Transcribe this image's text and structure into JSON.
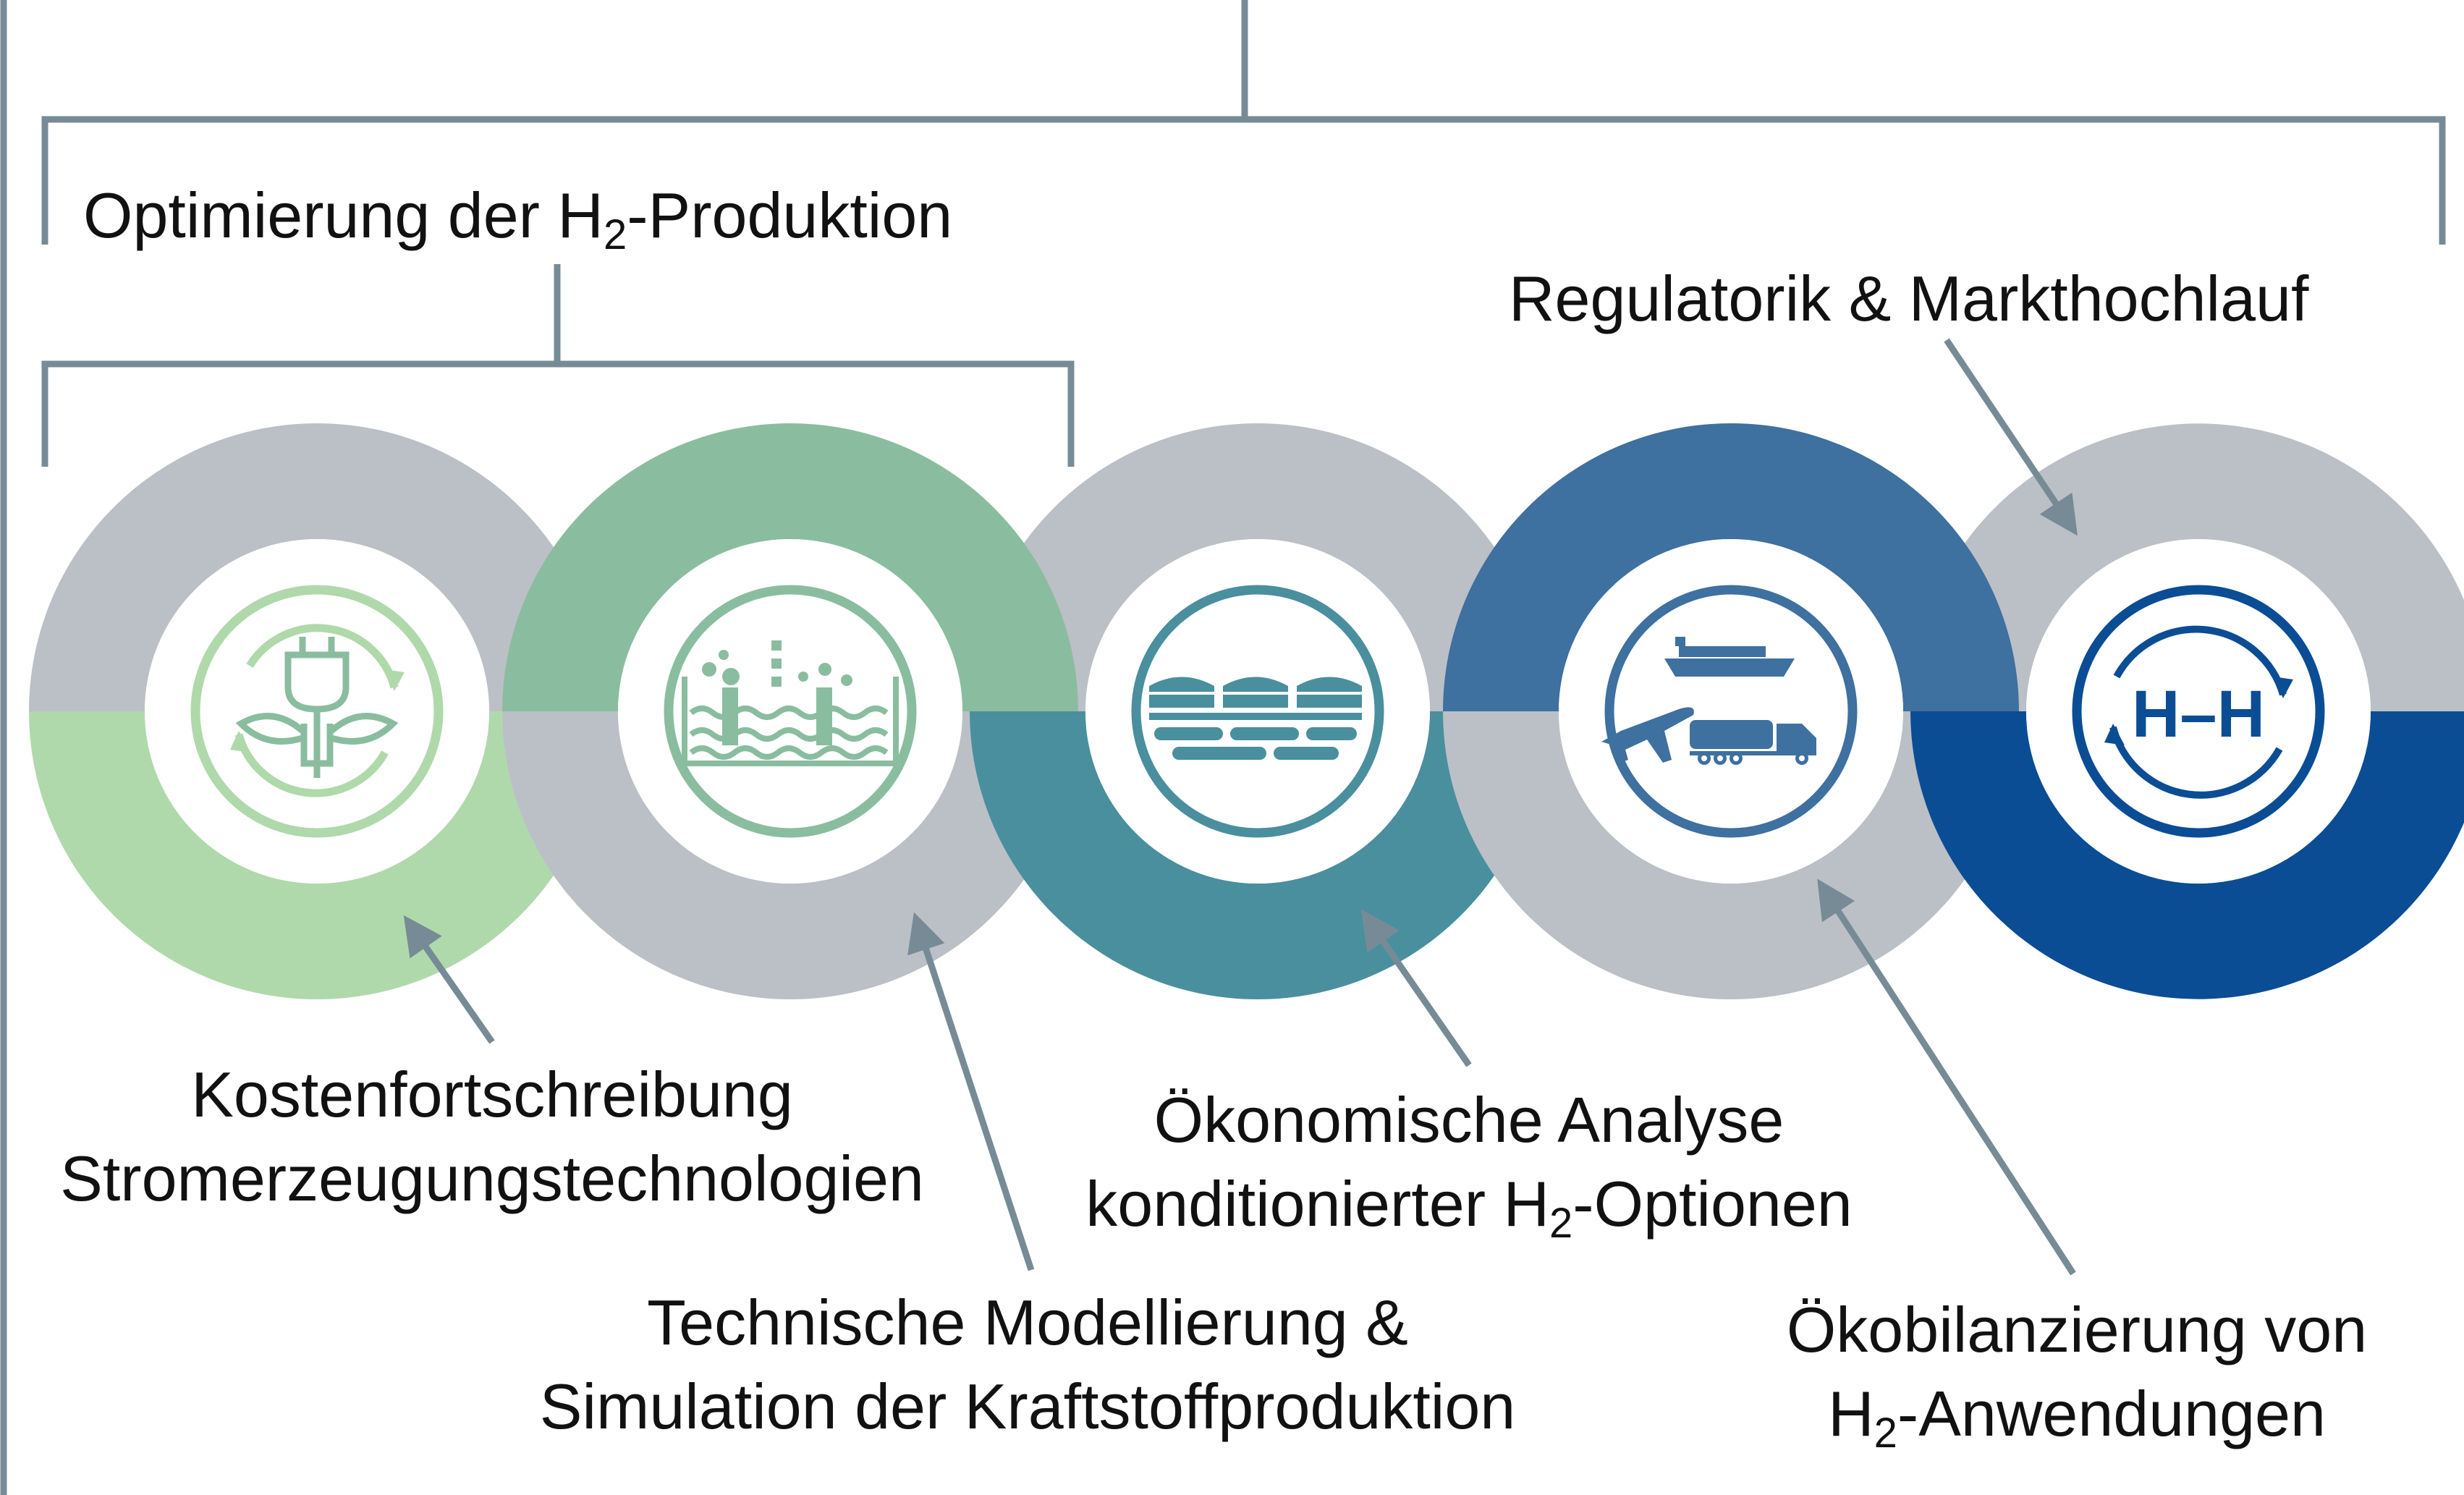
{
  "colors": {
    "line": "#778b96",
    "gray": "#bbc0c6",
    "lightgreen": "#b0d9ab",
    "green": "#8abd9f",
    "teal": "#4a8f9e",
    "steelblue": "#3e70a0",
    "darkblue": "#0b4d95"
  },
  "labels": {
    "top_left_pre": "Optimierung der H",
    "top_left_sub": "2",
    "top_left_post": "-Produktion",
    "top_right": "Regulatorik & Markthochlauf",
    "kosten_l1": "Kostenfortschreibung",
    "kosten_l2": "Stromerzeugungstechnologien",
    "technik_l1": "Technische Modellierung &",
    "technik_l2": "Simulation der Kraftstoffproduktion",
    "oeko_l1": "Ökonomische Analyse",
    "oeko_l2_pre": "konditionierter H",
    "oeko_l2_sub": "2",
    "oeko_l2_post": "-Optionen",
    "bilanz_l1": "Ökobilanzierung von",
    "bilanz_l2_pre": "H",
    "bilanz_l2_sub": "2",
    "bilanz_l2_post": "-Anwendungen"
  },
  "icons": [
    {
      "name": "power-plug-leaf-icon"
    },
    {
      "name": "electrolyser-tank-icon"
    },
    {
      "name": "pipeline-storage-icon"
    },
    {
      "name": "transport-ship-plane-truck-icon"
    },
    {
      "name": "hydrogen-molecule-cycle-icon",
      "text": "H–H"
    }
  ]
}
